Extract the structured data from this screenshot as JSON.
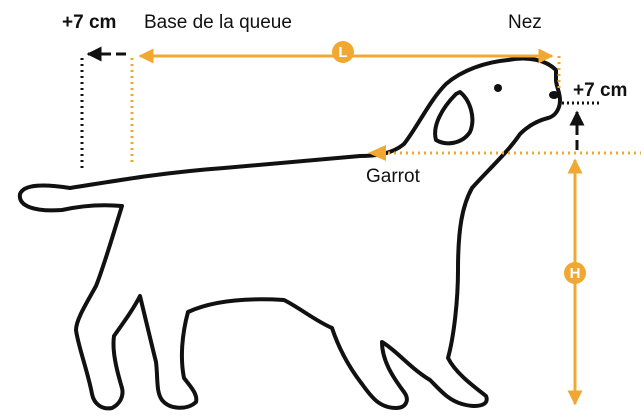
{
  "labels": {
    "tail_base": "Base de la queue",
    "nose": "Nez",
    "withers": "Garrot",
    "extra_left": "+7 cm",
    "extra_right": "+7 cm"
  },
  "badges": {
    "length": "L",
    "height": "H"
  },
  "colors": {
    "measure": "#f0a832",
    "outline": "#111111",
    "text": "#111111",
    "badge_text": "#ffffff"
  },
  "icons": {
    "subject": "dog-silhouette-icon"
  }
}
